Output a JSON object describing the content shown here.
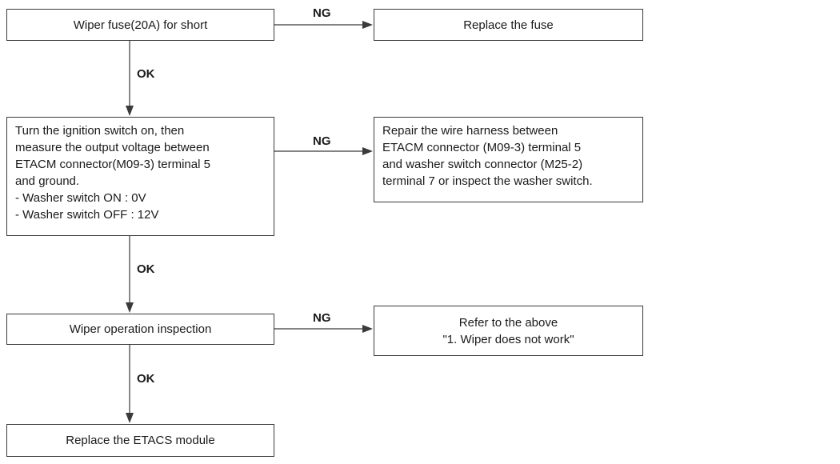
{
  "steps": {
    "fuse_check": {
      "text": "Wiper fuse(20A) for short"
    },
    "replace_fuse": {
      "text": "Replace the fuse"
    },
    "voltage_check": {
      "lines": [
        "Turn the ignition switch on, then",
        "measure the output voltage between",
        "ETACM connector(M09-3) terminal 5",
        "and ground.",
        "- Washer switch ON : 0V",
        "- Washer switch OFF : 12V"
      ]
    },
    "repair_harness": {
      "lines": [
        "Repair the wire harness between",
        "ETACM connector (M09-3) terminal 5",
        "and washer switch connector (M25-2)",
        "terminal 7 or inspect the washer switch."
      ]
    },
    "wiper_inspection": {
      "text": "Wiper operation inspection"
    },
    "refer_above": {
      "lines": [
        "Refer to the above",
        "\"1. Wiper does not work\""
      ]
    },
    "replace_module": {
      "text": "Replace the ETACS module"
    }
  },
  "edges": {
    "ng_1": "NG",
    "ok_1": "OK",
    "ng_2": "NG",
    "ok_2": "OK",
    "ng_3": "NG",
    "ok_3": "OK"
  }
}
